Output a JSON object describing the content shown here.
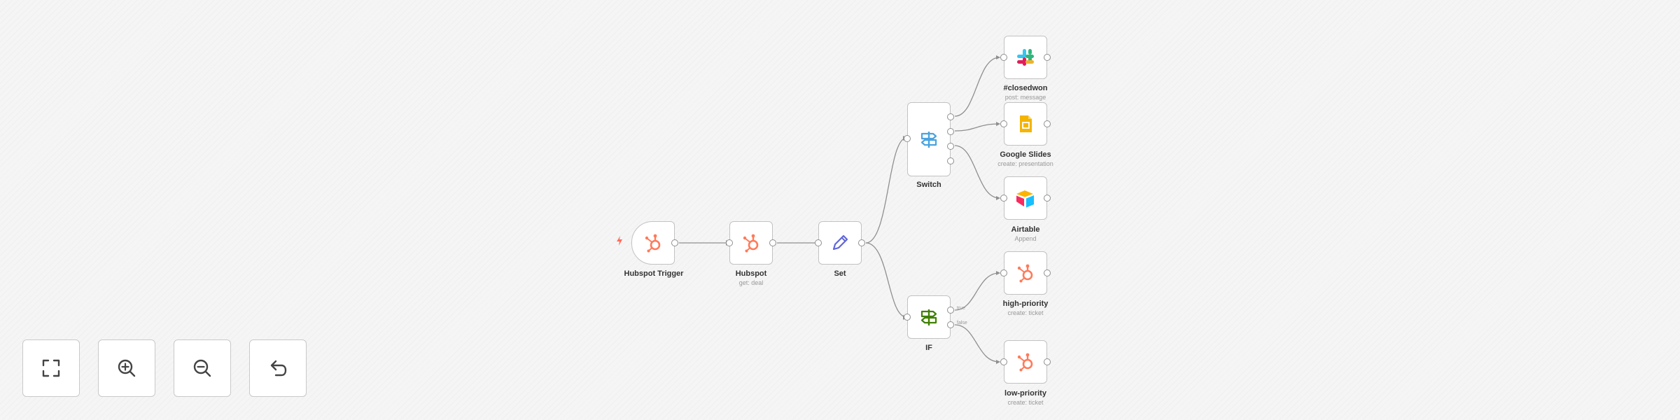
{
  "canvas": {
    "nodes": [
      {
        "id": "hubspot-trigger",
        "title": "Hubspot Trigger",
        "subtitle": "",
        "icon": "hubspot-icon"
      },
      {
        "id": "hubspot",
        "title": "Hubspot",
        "subtitle": "get: deal",
        "icon": "hubspot-icon"
      },
      {
        "id": "set",
        "title": "Set",
        "subtitle": "",
        "icon": "pencil-icon"
      },
      {
        "id": "switch",
        "title": "Switch",
        "subtitle": "",
        "icon": "signpost-icon"
      },
      {
        "id": "if",
        "title": "IF",
        "subtitle": "",
        "icon": "signpost-icon"
      },
      {
        "id": "closedwon",
        "title": "#closedwon",
        "subtitle": "post: message",
        "icon": "slack-icon"
      },
      {
        "id": "google-slides",
        "title": "Google Slides",
        "subtitle": "create: presentation",
        "icon": "google-slides-icon"
      },
      {
        "id": "airtable",
        "title": "Airtable",
        "subtitle": "Append",
        "icon": "airtable-icon"
      },
      {
        "id": "high-priority",
        "title": "high-priority",
        "subtitle": "create: ticket",
        "icon": "hubspot-icon"
      },
      {
        "id": "low-priority",
        "title": "low-priority",
        "subtitle": "create: ticket",
        "icon": "hubspot-icon"
      }
    ],
    "branch_labels": {
      "true": "true",
      "false": "false"
    }
  },
  "controls": {
    "zoom_to_fit": "zoom-to-fit-icon",
    "zoom_in": "zoom-in-icon",
    "zoom_out": "zoom-out-icon",
    "reset": "undo-icon"
  },
  "colors": {
    "hubspot": "#ff7a59",
    "set": "#5f66d9",
    "switch": "#4aa3df",
    "if": "#408000",
    "google_slides": "#f4b400",
    "edge": "#8f8f8f",
    "node_border": "#c2c2c2",
    "canvas": "#f5f5f5"
  }
}
